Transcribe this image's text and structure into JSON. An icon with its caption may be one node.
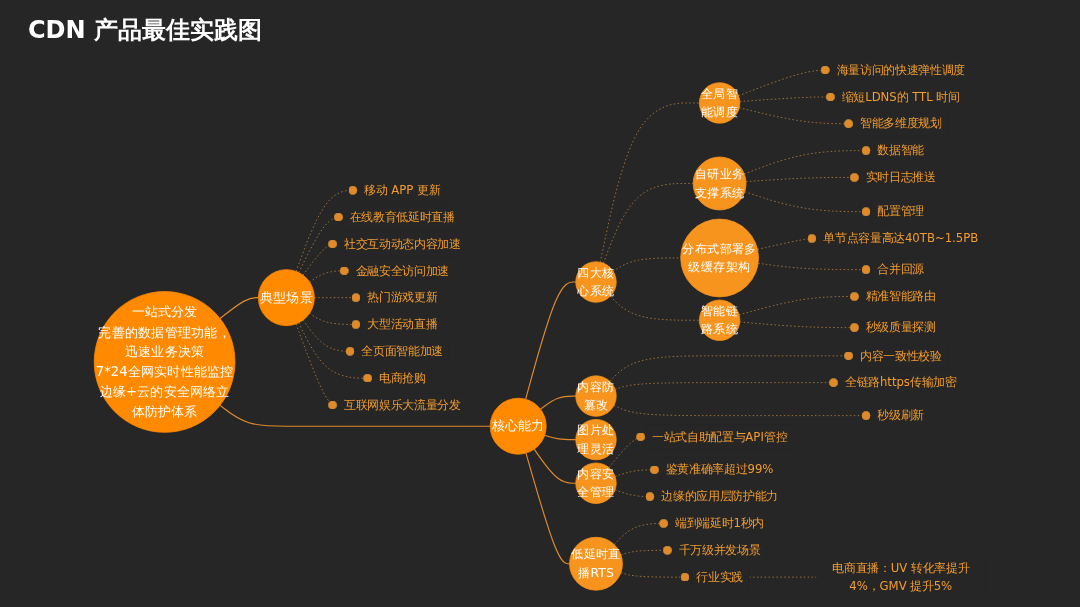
{
  "diagram": {
    "title": "CDN 产品最佳实践图",
    "nodes": [
      {
        "text": [
          "一站式分发",
          "完善的数据管理功能，迅速业务决策",
          "7*24全网实时性能监控",
          "边缘+云的安全网络立体防护体系"
        ]
      },
      {
        "text": [
          "典型场景"
        ]
      },
      {
        "text": [
          "移动 APP 更新"
        ]
      },
      {
        "text": [
          "在线教育低延时直播"
        ]
      },
      {
        "text": [
          "社交互动动态内容加速"
        ]
      },
      {
        "text": [
          "金融安全访问加速"
        ]
      },
      {
        "text": [
          "热门游戏更新"
        ]
      },
      {
        "text": [
          "大型活动直播"
        ]
      },
      {
        "text": [
          "全页面智能加速"
        ]
      },
      {
        "text": [
          "电商抢购"
        ]
      },
      {
        "text": [
          "互联网娱乐大流量分发"
        ]
      },
      {
        "text": [
          "核心能力"
        ]
      },
      {
        "text": [
          "四大核心系统"
        ]
      },
      {
        "text": [
          "全局智能调度"
        ]
      },
      {
        "text": [
          "海量访问的快速弹性调度"
        ]
      },
      {
        "text": [
          "缩短LDNS的 TTL 时间"
        ]
      },
      {
        "text": [
          "智能多维度规划"
        ]
      },
      {
        "text": [
          "自研业务支撑系统"
        ]
      },
      {
        "text": [
          "数据智能"
        ]
      },
      {
        "text": [
          "实时日志推送"
        ]
      },
      {
        "text": [
          "配置管理"
        ]
      },
      {
        "text": [
          "分布式部署多级缓存架构"
        ]
      },
      {
        "text": [
          "单节点容量高达40TB~1.5PB"
        ]
      },
      {
        "text": [
          "合并回源"
        ]
      },
      {
        "text": [
          "智能链路系统"
        ]
      },
      {
        "text": [
          "精准智能路由"
        ]
      },
      {
        "text": [
          "秒级质量探测"
        ]
      },
      {
        "text": [
          "内容防篡改"
        ]
      },
      {
        "text": [
          "内容一致性校验"
        ]
      },
      {
        "text": [
          "全链路https传输加密"
        ]
      },
      {
        "text": [
          "秒级刷新"
        ]
      },
      {
        "text": [
          "图片处理灵活"
        ]
      },
      {
        "text": [
          "内容安全管理"
        ]
      },
      {
        "text": [
          "一站式自助配置与API管控"
        ]
      },
      {
        "text": [
          "鉴黄准确率超过99%"
        ]
      },
      {
        "text": [
          "边缘的应用层防护能力"
        ]
      },
      {
        "text": [
          "低延时直播RTS"
        ]
      },
      {
        "text": [
          "端到端延时1秒内"
        ]
      },
      {
        "text": [
          "千万级并发场景"
        ]
      },
      {
        "text": [
          "行业实践"
        ]
      },
      {
        "text": [
          "电商直播：UV 转化率提升4%，GMV 提升5%"
        ]
      }
    ],
    "edges": [
      {
        "from": 0,
        "to": 1,
        "arrow": "none"
      },
      {
        "from": 1,
        "to": 2,
        "arrow": "other",
        "style": "dashed"
      },
      {
        "from": 1,
        "to": 3,
        "arrow": "other",
        "style": "dashed"
      },
      {
        "from": 1,
        "to": 4,
        "arrow": "other",
        "style": "dashed"
      },
      {
        "from": 1,
        "to": 5,
        "arrow": "other",
        "style": "dashed"
      },
      {
        "from": 1,
        "to": 6,
        "arrow": "other",
        "style": "dashed"
      },
      {
        "from": 1,
        "to": 7,
        "arrow": "other",
        "style": "dashed"
      },
      {
        "from": 1,
        "to": 8,
        "arrow": "other",
        "style": "dashed"
      },
      {
        "from": 1,
        "to": 9,
        "arrow": "other",
        "style": "dashed"
      },
      {
        "from": 1,
        "to": 10,
        "arrow": "other",
        "style": "dashed"
      },
      {
        "from": 0,
        "to": 11,
        "arrow": "none"
      },
      {
        "from": 11,
        "to": 12,
        "arrow": "none"
      },
      {
        "from": 12,
        "to": 13,
        "arrow": "none",
        "style": "dashed"
      },
      {
        "from": 13,
        "to": 14,
        "arrow": "other",
        "style": "dashed"
      },
      {
        "from": 13,
        "to": 15,
        "arrow": "other",
        "style": "dashed"
      },
      {
        "from": 13,
        "to": 16,
        "arrow": "other",
        "style": "dashed"
      },
      {
        "from": 12,
        "to": 17,
        "arrow": "none",
        "style": "dashed"
      },
      {
        "from": 17,
        "to": 18,
        "arrow": "other",
        "style": "dashed"
      },
      {
        "from": 17,
        "to": 19,
        "arrow": "other",
        "style": "dashed"
      },
      {
        "from": 17,
        "to": 20,
        "arrow": "other",
        "style": "dashed"
      },
      {
        "from": 12,
        "to": 21,
        "arrow": "none",
        "style": "dashed"
      },
      {
        "from": 21,
        "to": 22,
        "arrow": "other",
        "style": "dashed"
      },
      {
        "from": 21,
        "to": 23,
        "arrow": "other",
        "style": "dashed"
      },
      {
        "from": 12,
        "to": 24,
        "arrow": "none",
        "style": "dashed"
      },
      {
        "from": 24,
        "to": 25,
        "arrow": "other",
        "style": "dashed"
      },
      {
        "from": 24,
        "to": 26,
        "arrow": "other",
        "style": "dashed"
      },
      {
        "from": 11,
        "to": 27,
        "arrow": "none"
      },
      {
        "from": 27,
        "to": 28,
        "arrow": "other",
        "style": "dashed"
      },
      {
        "from": 27,
        "to": 29,
        "arrow": "other",
        "style": "dashed"
      },
      {
        "from": 27,
        "to": 30,
        "arrow": "other",
        "style": "dashed"
      },
      {
        "from": 11,
        "to": 31,
        "arrow": "none"
      },
      {
        "from": 11,
        "to": 32,
        "arrow": "none"
      },
      {
        "from": 32,
        "to": 33,
        "arrow": "other",
        "style": "dashed"
      },
      {
        "from": 32,
        "to": 34,
        "arrow": "other",
        "style": "dashed"
      },
      {
        "from": 32,
        "to": 35,
        "arrow": "other",
        "style": "dashed"
      },
      {
        "from": 11,
        "to": 36,
        "arrow": "none"
      },
      {
        "from": 36,
        "to": 37,
        "arrow": "other",
        "style": "dashed"
      },
      {
        "from": 36,
        "to": 38,
        "arrow": "other",
        "style": "dashed"
      },
      {
        "from": 36,
        "to": 39,
        "arrow": "other",
        "style": "dashed"
      },
      {
        "from": 39,
        "to": 40,
        "arrow": "none",
        "style": "dashed"
      }
    ]
  }
}
